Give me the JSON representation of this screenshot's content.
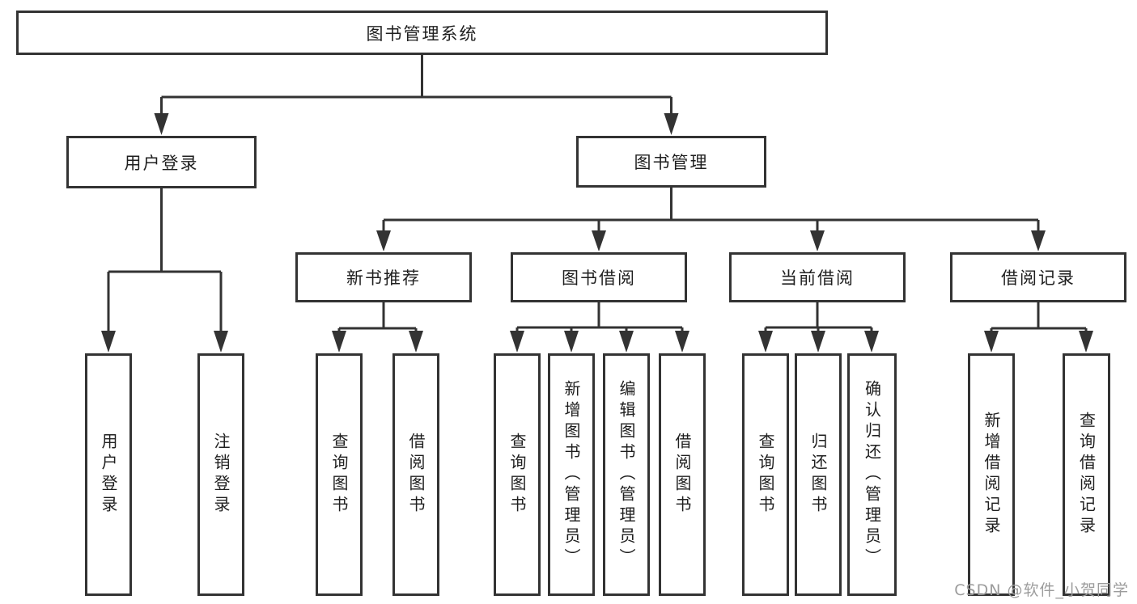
{
  "diagram": {
    "root": {
      "label": "图书管理系统"
    },
    "login_branch": {
      "label": "用户登录",
      "children": [
        {
          "label": "用户登录"
        },
        {
          "label": "注销登录"
        }
      ]
    },
    "mgmt_branch": {
      "label": "图书管理",
      "sections": [
        {
          "label": "新书推荐",
          "children": [
            {
              "label": "查询图书"
            },
            {
              "label": "借阅图书"
            }
          ]
        },
        {
          "label": "图书借阅",
          "children": [
            {
              "label": "查询图书"
            },
            {
              "label": "新增图书（管理员）"
            },
            {
              "label": "编辑图书（管理员）"
            },
            {
              "label": "借阅图书"
            }
          ]
        },
        {
          "label": "当前借阅",
          "children": [
            {
              "label": "查询图书"
            },
            {
              "label": "归还图书"
            },
            {
              "label": "确认归还（管理员）"
            }
          ]
        },
        {
          "label": "借阅记录",
          "children": [
            {
              "label": "新增借阅记录"
            },
            {
              "label": "查询借阅记录"
            }
          ]
        }
      ]
    }
  },
  "watermark": {
    "text": "CSDN @软件_小贺同学"
  },
  "colors": {
    "line": "#333333",
    "box_border": "#333333",
    "text": "#1f1f1f",
    "watermark": "#9c9c9c",
    "background": "#ffffff"
  }
}
